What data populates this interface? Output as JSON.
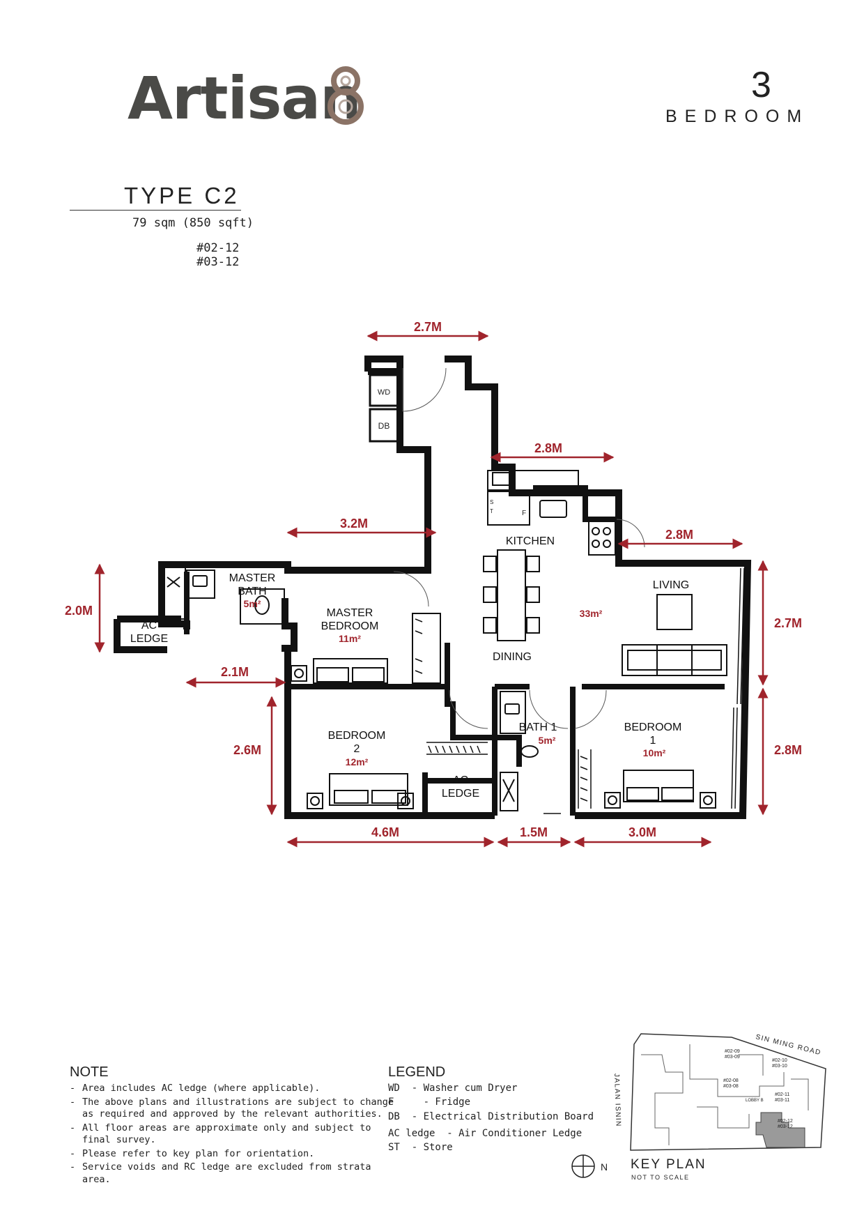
{
  "brand": {
    "name": "Artisan",
    "mark_symbol": "8"
  },
  "unit_type": {
    "bedrooms": "3",
    "bedroom_word": "BEDROOM",
    "title": "TYPE C2",
    "size": "79 sqm (850 sqft)",
    "units": [
      "#02-12",
      "#03-12"
    ]
  },
  "plan": {
    "dimensions": [
      "2.7M",
      "2.8M",
      "3.2M",
      "2.8M",
      "2.0M",
      "2.7M",
      "2.1M",
      "2.6M",
      "2.8M",
      "4.6M",
      "1.5M",
      "3.0M"
    ],
    "rooms": {
      "master_bath": {
        "name1": "MASTER",
        "name2": "BATH",
        "area": "5m²"
      },
      "master_bedroom": {
        "name1": "MASTER",
        "name2": "BEDROOM",
        "area": "11m²"
      },
      "kitchen": {
        "name": "KITCHEN"
      },
      "living": {
        "name": "LIVING",
        "area": "33m²"
      },
      "dining": {
        "name": "DINING"
      },
      "ac_ledge_left": {
        "name1": "AC",
        "name2": "LEDGE"
      },
      "bedroom2": {
        "name1": "BEDROOM",
        "name2": "2",
        "area": "12m²"
      },
      "ac_ledge_bottom": {
        "name1": "AC",
        "name2": "LEDGE"
      },
      "bath1": {
        "name": "BATH 1",
        "area": "5m²"
      },
      "bedroom1": {
        "name1": "BEDROOM",
        "name2": "1",
        "area": "10m²"
      }
    },
    "fixtures": {
      "wd": "WD",
      "db": "DB",
      "fridge": "F",
      "store_s": "S",
      "store_t": "T"
    },
    "colors": {
      "wall": "#111111",
      "dimension": "#a0242c",
      "key_highlight": "#9a9a9a"
    }
  },
  "notes": {
    "heading": "NOTE",
    "items": [
      "Area includes AC ledge (where applicable).",
      "The above plans and illustrations are subject to change as required and approved by the relevant authorities.",
      "All floor areas are approximate only and subject to final survey.",
      "Please refer to key plan for orientation.",
      "Service voids and RC ledge are excluded from strata area."
    ]
  },
  "legend": {
    "heading": "LEGEND",
    "items": [
      "WD  - Washer cum Dryer",
      "F     - Fridge",
      "DB  - Electrical Distribution Board",
      "AC ledge  - Air Conditioner Ledge",
      "ST  - Store"
    ]
  },
  "key_plan": {
    "title": "KEY PLAN",
    "subtitle": "NOT TO SCALE",
    "road_top": "SIN MING ROAD",
    "road_side": "JALAN ISNIN",
    "north": "N",
    "lobby": "LOBBY B",
    "stacks": [
      {
        "l1": "#02-09",
        "l2": "#03-09"
      },
      {
        "l1": "#02-10",
        "l2": "#03-10"
      },
      {
        "l1": "#02-08",
        "l2": "#03-08"
      },
      {
        "l1": "#02-11",
        "l2": "#03-11"
      },
      {
        "l1": "#02-12",
        "l2": "#03-12"
      }
    ]
  }
}
